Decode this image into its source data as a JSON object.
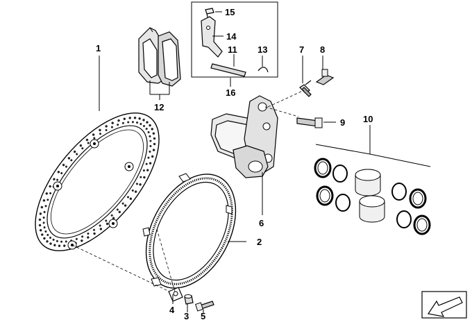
{
  "callouts": [
    {
      "id": "1",
      "text": "1"
    },
    {
      "id": "2",
      "text": "2"
    },
    {
      "id": "3",
      "text": "3"
    },
    {
      "id": "4",
      "text": "4"
    },
    {
      "id": "5",
      "text": "5"
    },
    {
      "id": "6",
      "text": "6"
    },
    {
      "id": "7",
      "text": "7"
    },
    {
      "id": "8",
      "text": "8"
    },
    {
      "id": "9",
      "text": "9"
    },
    {
      "id": "10",
      "text": "10"
    },
    {
      "id": "11",
      "text": "11"
    },
    {
      "id": "12",
      "text": "12"
    },
    {
      "id": "13",
      "text": "13"
    },
    {
      "id": "14",
      "text": "14"
    },
    {
      "id": "15",
      "text": "15"
    },
    {
      "id": "16",
      "text": "16"
    }
  ],
  "icons": {
    "navigation": "arrow-down-left-icon"
  }
}
